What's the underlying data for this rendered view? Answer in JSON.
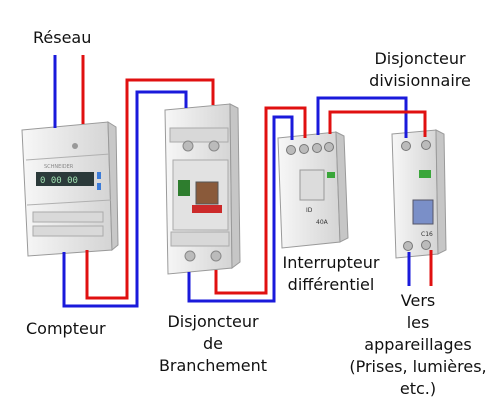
{
  "labels": {
    "reseau": "Réseau",
    "compteur": "Compteur",
    "disjoncteur_branchement_l1": "Disjoncteur",
    "disjoncteur_branchement_l2": "de",
    "disjoncteur_branchement_l3": "Branchement",
    "interrupteur_l1": "Interrupteur",
    "interrupteur_l2": "différentiel",
    "disjoncteur_div_l1": "Disjoncteur",
    "disjoncteur_div_l2": "divisionnaire",
    "vers_l1": "Vers",
    "vers_l2": "les",
    "vers_l3": "appareillages",
    "vers_l4": "(Prises, lumières,",
    "vers_l5": "etc.)"
  },
  "device_text": {
    "meter_display": "0 00 00",
    "meter_brand": "SCHNEIDER",
    "interrupteur_rating": "40A",
    "interrupteur_model": "ID",
    "disjoncteur_rating": "C16",
    "brand": "Schneider"
  },
  "colors": {
    "neutral_wire": "#1a1adb",
    "phase_wire": "#e01010",
    "device_body": "#e8e8e8",
    "device_shadow": "#b8b8b8",
    "brand_green": "#3aa63a"
  }
}
